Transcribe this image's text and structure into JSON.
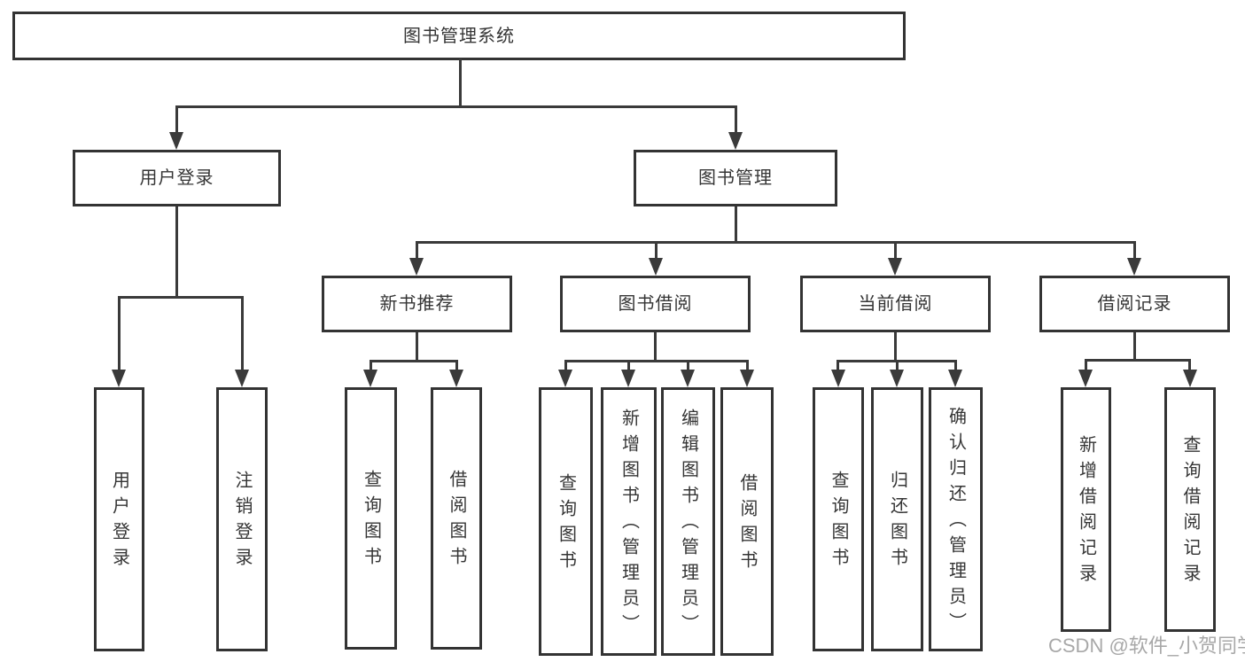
{
  "diagram": {
    "title": "图书管理系统",
    "user_branch": {
      "label": "用户登录",
      "children": [
        "用户登录",
        "注销登录"
      ]
    },
    "book_branch": {
      "label": "图书管理",
      "sections": [
        {
          "label": "新书推荐",
          "children": [
            "查询图书",
            "借阅图书"
          ]
        },
        {
          "label": "图书借阅",
          "children": [
            "查询图书",
            "新增图书（管理员）",
            "编辑图书（管理员）",
            "借阅图书"
          ]
        },
        {
          "label": "当前借阅",
          "children": [
            "查询图书",
            "归还图书",
            "确认归还（管理员）"
          ]
        },
        {
          "label": "借阅记录",
          "children": [
            "新增借阅记录",
            "查询借阅记录"
          ]
        }
      ]
    },
    "watermark": "CSDN @软件_小贺同学"
  },
  "colors": {
    "line": "#3a3a3a",
    "border": "#333333",
    "text": "#353535",
    "watermark_text": "#a8a8a8",
    "background": "#ffffff"
  }
}
